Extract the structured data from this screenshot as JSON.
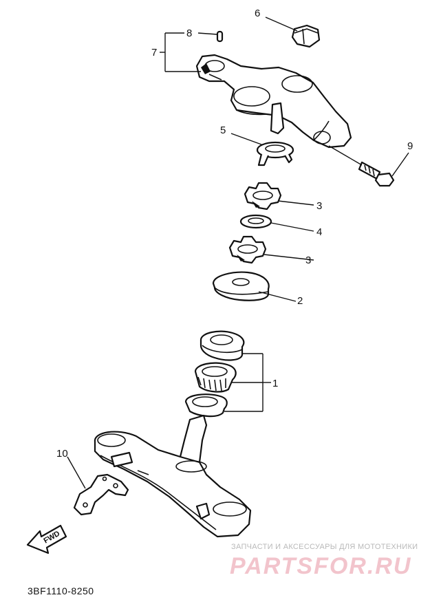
{
  "callouts": [
    {
      "id": "1",
      "text": "1"
    },
    {
      "id": "2",
      "text": "2"
    },
    {
      "id": "3a",
      "text": "3"
    },
    {
      "id": "3b",
      "text": "3"
    },
    {
      "id": "4",
      "text": "4"
    },
    {
      "id": "5",
      "text": "5"
    },
    {
      "id": "6",
      "text": "6"
    },
    {
      "id": "7",
      "text": "7"
    },
    {
      "id": "8",
      "text": "8"
    },
    {
      "id": "9",
      "text": "9"
    },
    {
      "id": "10",
      "text": "10"
    }
  ],
  "fwd_label": "FWD",
  "diagram_code": "3BF1110-8250",
  "watermark": {
    "tagline": "ЗАПЧАСТИ И АКСЕССУАРЫ ДЛЯ МОТОТЕХНИКИ",
    "logo": "PARTSFOR.RU",
    "logo_color": "#f2c4cc"
  }
}
